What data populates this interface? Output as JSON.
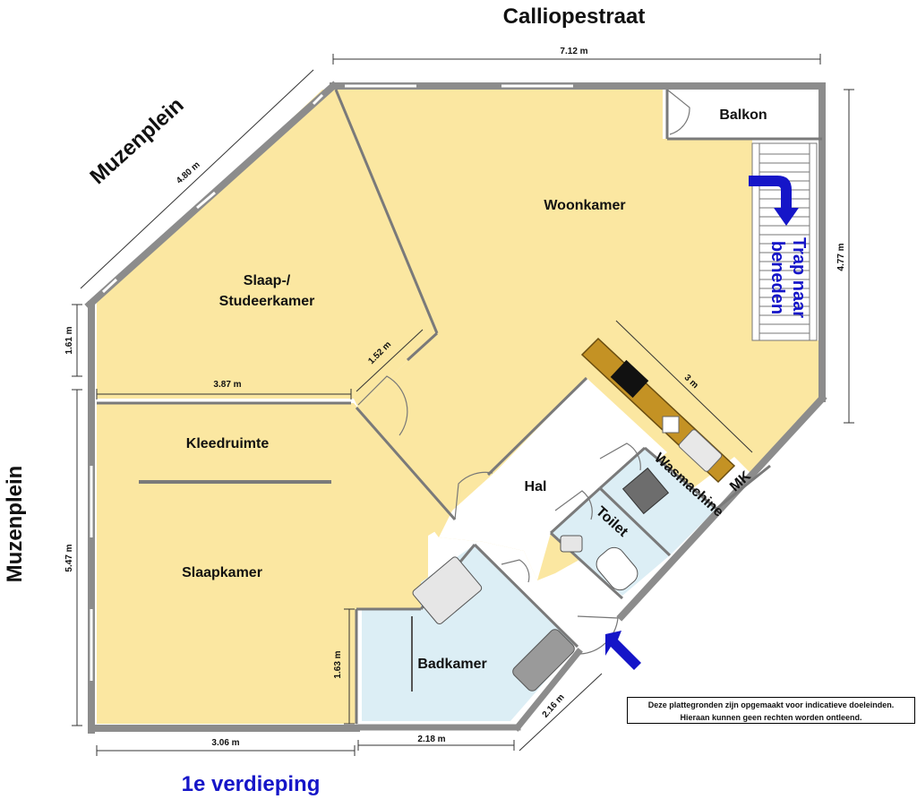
{
  "streets": {
    "top": "Calliopestraat",
    "diagonal": "Muzenplein",
    "left": "Muzenplein"
  },
  "rooms": {
    "woonkamer": "Woonkamer",
    "balkon": "Balkon",
    "slaap_line1": "Slaap-/",
    "slaap_line2": "Studeerkamer",
    "kleedruimte": "Kleedruimte",
    "slaapkamer": "Slaapkamer",
    "hal": "Hal",
    "toilet": "Toilet",
    "wasmachine": "Wasmachine",
    "mk": "MK",
    "badkamer": "Badkamer"
  },
  "stairs": {
    "line1": "Trap naar",
    "line2": "beneden"
  },
  "dimensions": {
    "top_width": "7.12 m",
    "diag_wall": "4.80 m",
    "right_height": "4.77 m",
    "left_upper": "1.61 m",
    "study_width": "3.87 m",
    "study_corner": "1.52 m",
    "kitchen": "3 m",
    "left_lower": "5.47 m",
    "bed_inner": "1.63 m",
    "bottom_left": "3.06 m",
    "bottom_mid": "2.18 m",
    "bath_diag": "2.16 m"
  },
  "floor": "1e verdieping",
  "disclaimer": {
    "line1": "Deze plattegronden zijn opgemaakt voor indicatieve doeleinden.",
    "line2": "Hieraan kunnen geen rechten worden ontleend."
  },
  "colors": {
    "room_fill": "#fbe7a1",
    "wet_fill": "#dceef5",
    "wall": "#8c8c8c",
    "counter": "#c49224",
    "arrow": "#1515c8"
  }
}
